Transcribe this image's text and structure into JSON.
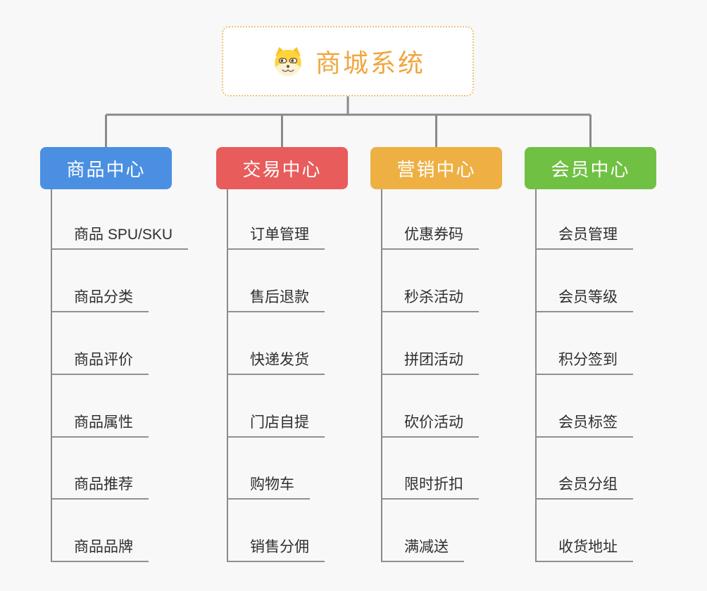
{
  "root": {
    "title": "商城系统",
    "icon": "dog-icon"
  },
  "branches": [
    {
      "label": "商品中心",
      "color": "#4B8FE2",
      "children": [
        "商品 SPU/SKU",
        "商品分类",
        "商品评价",
        "商品属性",
        "商品推荐",
        "商品品牌"
      ]
    },
    {
      "label": "交易中心",
      "color": "#E85C5C",
      "children": [
        "订单管理",
        "售后退款",
        "快递发货",
        "门店自提",
        "购物车",
        "销售分佣"
      ]
    },
    {
      "label": "营销中心",
      "color": "#EEB043",
      "children": [
        "优惠券码",
        "秒杀活动",
        "拼团活动",
        "砍价活动",
        "限时折扣",
        "满减送"
      ]
    },
    {
      "label": "会员中心",
      "color": "#70C143",
      "children": [
        "会员管理",
        "会员等级",
        "积分签到",
        "会员标签",
        "会员分组",
        "收货地址"
      ]
    }
  ],
  "colors": {
    "background": "#F8F8F8",
    "connector": "#8A8A8A",
    "underline": "#909090",
    "root_border": "#F2C078",
    "root_text": "#F0A640",
    "leaf_text": "#2F2F2F"
  }
}
